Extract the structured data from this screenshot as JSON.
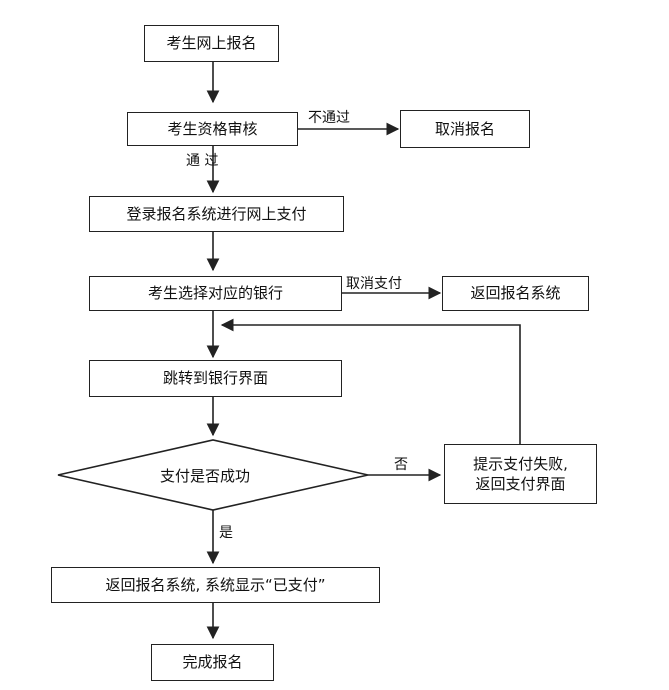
{
  "nodes": {
    "register": "考生网上报名",
    "review": "考生资格审核",
    "cancel_reg": "取消报名",
    "login_pay": "登录报名系统进行网上支付",
    "choose_bank": "考生选择对应的银行",
    "return_system": "返回报名系统",
    "bank_page": "跳转到银行界面",
    "decision": "支付是否成功",
    "fail_line1": "提示支付失败,",
    "fail_line2": "返回支付界面",
    "show_paid": "返回报名系统, 系统显示“已支付”",
    "done": "完成报名"
  },
  "edges": {
    "not_pass": "不通过",
    "pass": "通  过",
    "cancel_pay": "取消支付",
    "no": "否",
    "yes": "是"
  },
  "colors": {
    "stroke": "#222222",
    "fill": "#ffffff"
  }
}
